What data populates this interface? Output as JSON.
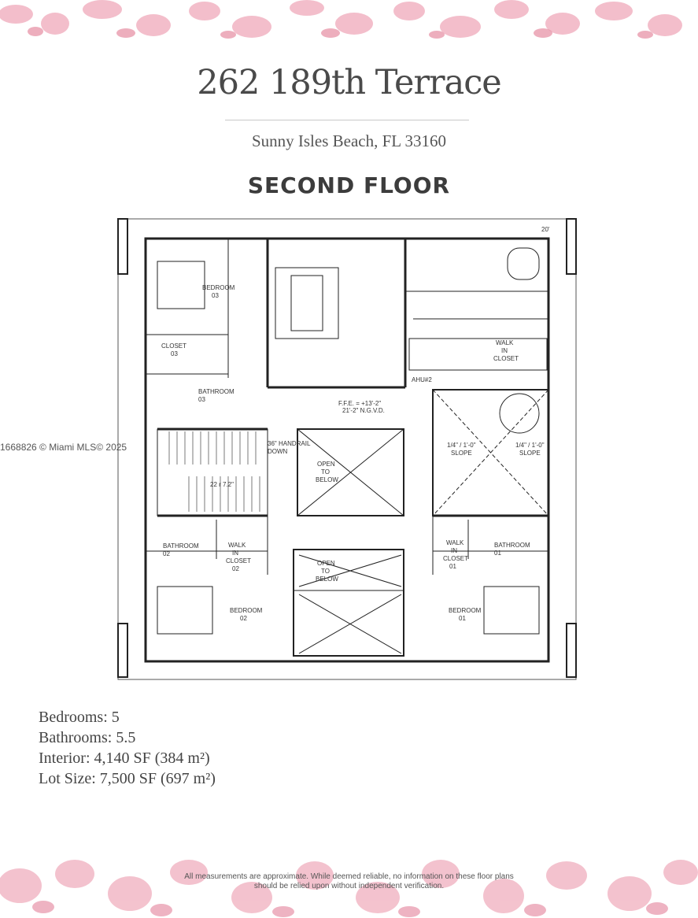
{
  "title": "262 189th Terrace",
  "subtitle": "Sunny Isles Beach, FL 33160",
  "floor_label": "SECOND FLOOR",
  "watermark": "1668826 © Miami MLS© 2025",
  "plan": {
    "labels": {
      "bedroom03": "BEDROOM\n03",
      "closet03": "CLOSET\n03",
      "bathroom03": "BATHROOM\n03",
      "walk_in_closet": "WALK\nIN\nCLOSET",
      "ahu": "AHU#2",
      "ffe": "F.F.E. = +13'-2\"\n21'-2\" N.G.V.D.",
      "handrail": "36\" HANDRAIL\nDOWN",
      "stairs": "22 r 7.2\"",
      "open_to_below_1": "OPEN\nTO\nBELOW",
      "open_to_below_2": "OPEN\nTO\nBELOW",
      "slope_left": "1/4\" / 1'-0\"\nSLOPE",
      "slope_right": "1/4\" / 1'-0\"\nSLOPE",
      "bathroom02": "BATHROOM\n02",
      "walk_in_closet02": "WALK\nIN\nCLOSET\n02",
      "bedroom02": "BEDROOM\n02",
      "walk_in_closet01": "WALK\nIN\nCLOSET\n01",
      "bathroom01": "BATHROOM\n01",
      "bedroom01": "BEDROOM\n01",
      "dim": "20'"
    }
  },
  "stats": {
    "bedrooms": "Bedrooms: 5",
    "bathrooms": "Bathrooms: 5.5",
    "interior": "Interior: 4,140 SF (384 m²)",
    "lot": "Lot Size: 7,500 SF (697 m²)"
  },
  "disclaimer": {
    "line1": "All measurements are approximate. While deemed reliable, no information on these floor plans",
    "line2": "should be relied upon without independent verification."
  },
  "colors": {
    "flower": "#f2b8c6",
    "flower_dark": "#e89aad",
    "leaf": "#d98ea2",
    "ink": "#333333"
  }
}
